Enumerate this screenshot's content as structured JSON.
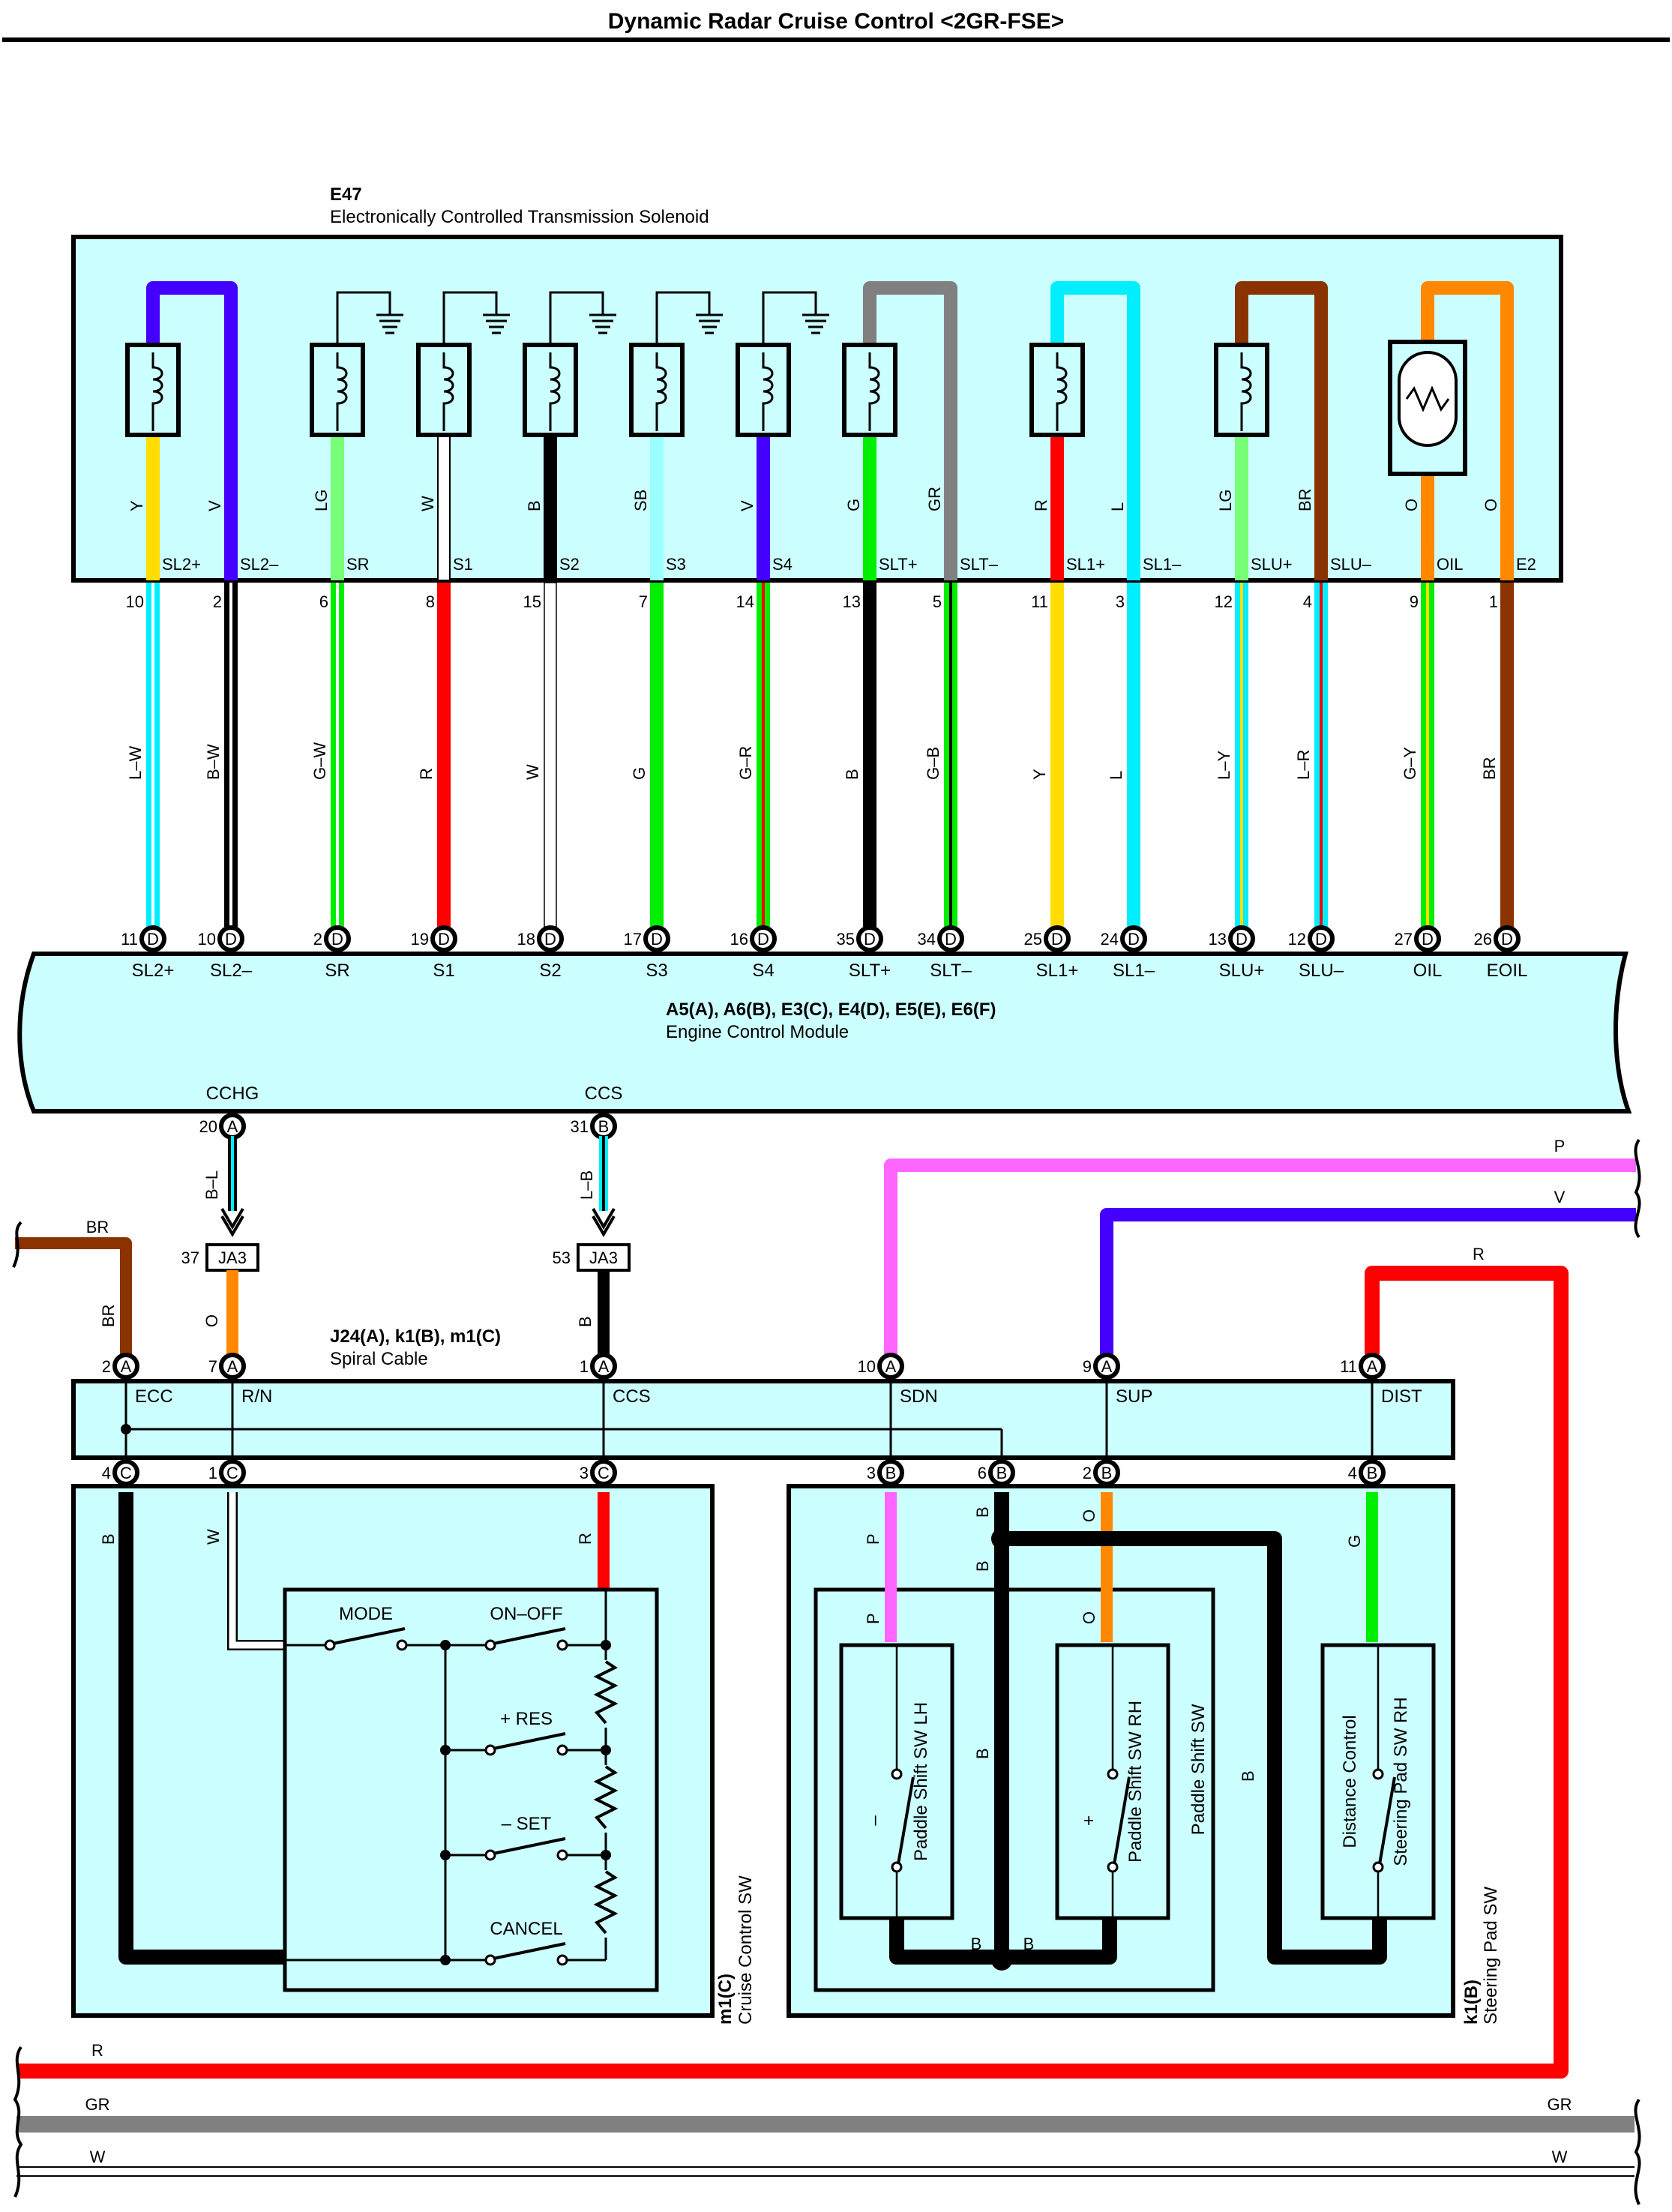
{
  "title": "Dynamic Radar Cruise Control <2GR-FSE>",
  "colors": {
    "panel_bg": "#ccffff",
    "Y": "#ffdd00",
    "V": "#4400ff",
    "LG": "#77ff77",
    "W": "#ffffff",
    "B": "#000000",
    "SB": "#99ffff",
    "G": "#00ee00",
    "GR": "#808080",
    "R": "#ff0000",
    "L": "#00eeff",
    "BR": "#8b3300",
    "O": "#ff8800",
    "P": "#ff66ff"
  },
  "solenoid": {
    "id": "E47",
    "name": "Electronically Controlled Transmission Solenoid",
    "pins": [
      {
        "terminal": "SL2+",
        "internal_wire": "Y",
        "pin": "10",
        "harness": "L–W",
        "ecm_pin": "11",
        "ecm_conn": "D",
        "ecm_terminal": "SL2+"
      },
      {
        "terminal": "SL2–",
        "internal_wire": "V",
        "pin": "2",
        "harness": "B–W",
        "ecm_pin": "10",
        "ecm_conn": "D",
        "ecm_terminal": "SL2–"
      },
      {
        "terminal": "SR",
        "internal_wire": "LG",
        "pin": "6",
        "harness": "G–W",
        "ecm_pin": "2",
        "ecm_conn": "D",
        "ecm_terminal": "SR"
      },
      {
        "terminal": "S1",
        "internal_wire": "W",
        "pin": "8",
        "harness": "R",
        "ecm_pin": "19",
        "ecm_conn": "D",
        "ecm_terminal": "S1"
      },
      {
        "terminal": "S2",
        "internal_wire": "B",
        "pin": "15",
        "harness": "W",
        "ecm_pin": "18",
        "ecm_conn": "D",
        "ecm_terminal": "S2"
      },
      {
        "terminal": "S3",
        "internal_wire": "SB",
        "pin": "7",
        "harness": "G",
        "ecm_pin": "17",
        "ecm_conn": "D",
        "ecm_terminal": "S3"
      },
      {
        "terminal": "S4",
        "internal_wire": "V",
        "pin": "14",
        "harness": "G–R",
        "ecm_pin": "16",
        "ecm_conn": "D",
        "ecm_terminal": "S4"
      },
      {
        "terminal": "SLT+",
        "internal_wire": "G",
        "pin": "13",
        "harness": "B",
        "ecm_pin": "35",
        "ecm_conn": "D",
        "ecm_terminal": "SLT+"
      },
      {
        "terminal": "SLT–",
        "internal_wire": "GR",
        "pin": "5",
        "harness": "G–B",
        "ecm_pin": "34",
        "ecm_conn": "D",
        "ecm_terminal": "SLT–"
      },
      {
        "terminal": "SL1+",
        "internal_wire": "R",
        "pin": "11",
        "harness": "Y",
        "ecm_pin": "25",
        "ecm_conn": "D",
        "ecm_terminal": "SL1+"
      },
      {
        "terminal": "SL1–",
        "internal_wire": "L",
        "pin": "3",
        "harness": "L",
        "ecm_pin": "24",
        "ecm_conn": "D",
        "ecm_terminal": "SL1–"
      },
      {
        "terminal": "SLU+",
        "internal_wire": "LG",
        "pin": "12",
        "harness": "L–Y",
        "ecm_pin": "13",
        "ecm_conn": "D",
        "ecm_terminal": "SLU+"
      },
      {
        "terminal": "SLU–",
        "internal_wire": "BR",
        "pin": "4",
        "harness": "L–R",
        "ecm_pin": "12",
        "ecm_conn": "D",
        "ecm_terminal": "SLU–"
      },
      {
        "terminal": "OIL",
        "internal_wire": "O",
        "pin": "9",
        "harness": "G–Y",
        "ecm_pin": "27",
        "ecm_conn": "D",
        "ecm_terminal": "OIL"
      },
      {
        "terminal": "E2",
        "internal_wire": "O",
        "pin": "1",
        "harness": "BR",
        "ecm_pin": "26",
        "ecm_conn": "D",
        "ecm_terminal": "EOIL"
      }
    ]
  },
  "ecm": {
    "connectors": "A5(A), A6(B), E3(C), E4(D), E5(E), E6(F)",
    "name": "Engine Control Module",
    "outputs": [
      {
        "terminal": "CCHG",
        "pin": "20",
        "conn": "A",
        "wire": "B–L",
        "junction_pin": "37",
        "junction": "JA3",
        "after_wire": "O"
      },
      {
        "terminal": "CCS",
        "pin": "31",
        "conn": "B",
        "wire": "L–B",
        "junction_pin": "53",
        "junction": "JA3",
        "after_wire": "B"
      }
    ]
  },
  "spiral_cable": {
    "connectors": "J24(A), k1(B), m1(C)",
    "name": "Spiral Cable",
    "top_pins": [
      {
        "pin": "2",
        "conn": "A",
        "terminal": "ECC",
        "wire": "BR"
      },
      {
        "pin": "7",
        "conn": "A",
        "terminal": "R/N",
        "wire": "O"
      },
      {
        "pin": "1",
        "conn": "A",
        "terminal": "CCS",
        "wire": "B"
      },
      {
        "pin": "10",
        "conn": "A",
        "terminal": "SDN",
        "wire": "P"
      },
      {
        "pin": "9",
        "conn": "A",
        "terminal": "SUP",
        "wire": "V"
      },
      {
        "pin": "11",
        "conn": "A",
        "terminal": "DIST",
        "wire": "R"
      }
    ],
    "bottom_pins": [
      {
        "pin": "4",
        "conn": "C",
        "wire": "B"
      },
      {
        "pin": "1",
        "conn": "C",
        "wire": "W"
      },
      {
        "pin": "3",
        "conn": "C",
        "wire": "R"
      },
      {
        "pin": "3",
        "conn": "B",
        "wire": "P"
      },
      {
        "pin": "6",
        "conn": "B",
        "wire": "B"
      },
      {
        "pin": "2",
        "conn": "B",
        "wire": "O"
      },
      {
        "pin": "4",
        "conn": "B",
        "wire": "G"
      }
    ]
  },
  "cruise_sw": {
    "id": "m1(C)",
    "name": "Cruise Control SW",
    "switches": [
      "MODE",
      "ON–OFF",
      "+ RES",
      "– SET",
      "CANCEL"
    ]
  },
  "steering_pad": {
    "id": "k1(B)",
    "name": "Steering Pad SW",
    "paddle_group": "Paddle Shift SW",
    "paddle_lh": "Paddle Shift SW LH",
    "paddle_lh_sign": "–",
    "paddle_rh": "Paddle Shift SW RH",
    "paddle_rh_sign": "+",
    "distance_a": "Distance Control",
    "distance_b": "Steering Pad SW RH"
  },
  "external_wires": {
    "br_left": "BR",
    "p_right": "P",
    "v_right": "V",
    "r_top": "R",
    "r_bottom": "R",
    "gr_left": "GR",
    "gr_right": "GR",
    "w_left": "W",
    "w_right": "W"
  }
}
